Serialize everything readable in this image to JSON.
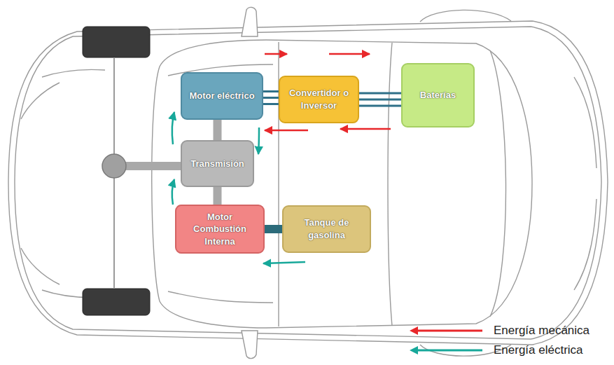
{
  "diagram": {
    "nodes": [
      {
        "text": [
          "Motor eléctrico"
        ]
      },
      {
        "text": [
          "Convertidor o Inversor"
        ]
      },
      {
        "text": [
          "Baterías"
        ]
      },
      {
        "text": [
          "Transmisión"
        ]
      },
      {
        "text": [
          "Motor Combustión Interna"
        ]
      },
      {
        "text": [
          "Tanque de gasolina"
        ]
      }
    ],
    "edges": [
      {
        "from": 0,
        "to": 1,
        "arrow": "none"
      },
      {
        "from": 1,
        "to": 2,
        "arrow": "none"
      },
      {
        "from": 0,
        "to": 3,
        "arrow": "none"
      },
      {
        "from": 3,
        "to": 4,
        "arrow": "none"
      },
      {
        "from": 4,
        "to": 5,
        "arrow": "none"
      }
    ],
    "legend": [
      {
        "text": "Energía mecánica"
      },
      {
        "text": "Energía eléctrica"
      }
    ]
  }
}
